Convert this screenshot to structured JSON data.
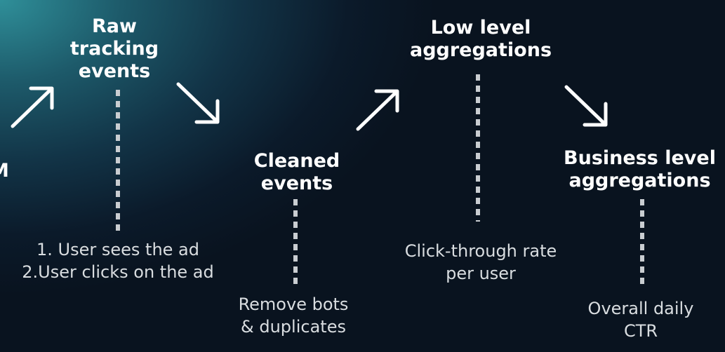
{
  "stages": {
    "raw": {
      "label": "Raw\ntracking\nevents",
      "desc": "1. User sees the ad\n2.User clicks on the ad"
    },
    "cleaned": {
      "label": "Cleaned\nevents",
      "desc": "Remove bots\n& duplicates"
    },
    "low": {
      "label": "Low level\naggregations",
      "desc": "Click-through rate\nper user"
    },
    "business": {
      "label": "Business level\naggregations",
      "desc": "Overall daily\nCTR"
    }
  },
  "partial_left_text": "M",
  "colors": {
    "text": "#ffffff",
    "desc_text": "#d9dde0",
    "dots": "#c9cdd1"
  }
}
